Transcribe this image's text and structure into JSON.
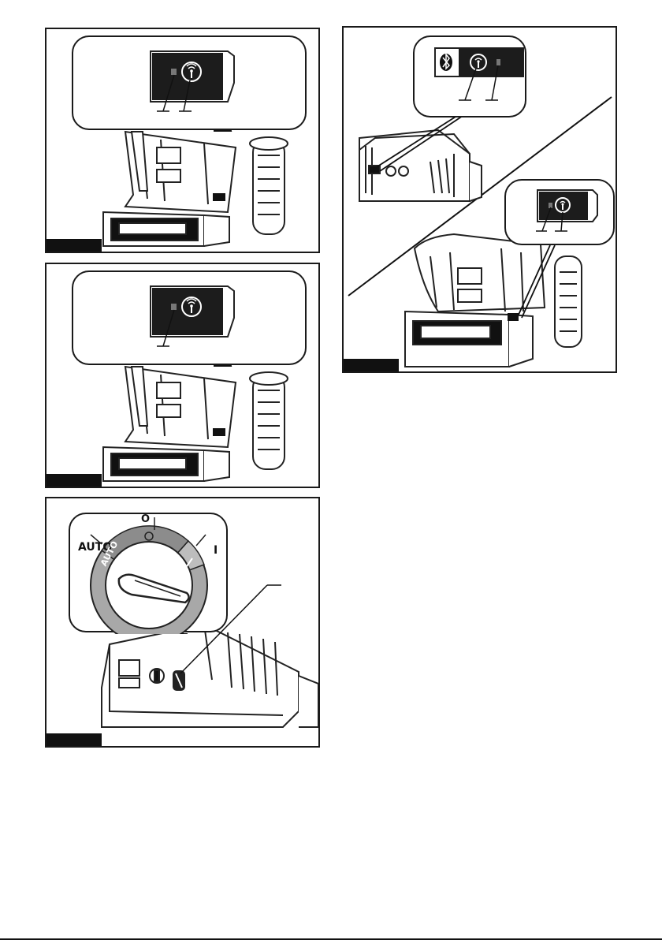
{
  "figures": [
    {
      "name": "wireless-indicators-tool"
    },
    {
      "name": "wireless-indicator-single"
    },
    {
      "name": "mode-dial"
    },
    {
      "name": "bluetooth-pairing"
    }
  ],
  "dial": {
    "label_auto": "AUTO",
    "label_auto_ring": "AUTO",
    "label_off": "O",
    "label_on": "I"
  },
  "icons": [
    "wireless-activation-icon",
    "bluetooth-icon",
    "mode-selector-knob-icon"
  ],
  "colors": {
    "ink": "#111111",
    "ring_gray": "#a8a8a8",
    "ring_dark": "#7a7a7a",
    "panel": "#1c1c1c"
  }
}
